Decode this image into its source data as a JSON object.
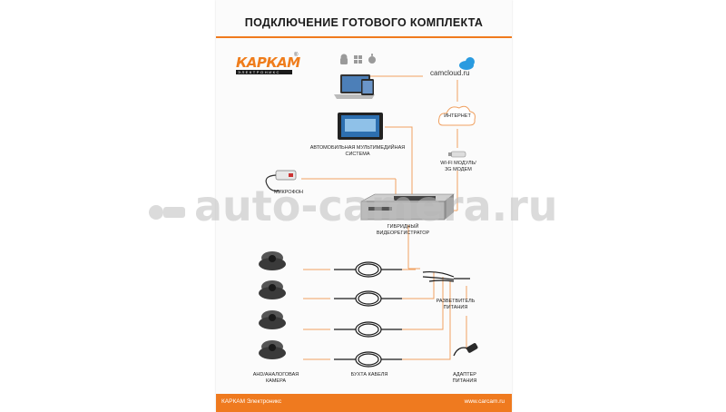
{
  "title": "ПОДКЛЮЧЕНИЕ ГОТОВОГО КОМПЛЕКТА",
  "logo": {
    "main": "КАРКАМ",
    "registered": "®",
    "sub": "ЭЛЕКТРОНИКС"
  },
  "labels": {
    "cloud_service": "camcloud.ru",
    "internet": "ИНТЕРНЕТ",
    "car_media": "АВТОМОБИЛЬНАЯ МУЛЬТИМЕДИЙНАЯ СИСТЕМА",
    "wifi": "WI-FI МОДУЛЬ/ 3G МОДЕМ",
    "microphone": "МИКРОФОН",
    "dvr": "ГИБРИДНЫЙ ВИДЕОРЕГИСТРАТОР",
    "splitter": "РАЗВЕТВИТЕЛЬ ПИТАНИЯ",
    "camera": "AHD/АНАЛОГОВАЯ КАМЕРА",
    "cable": "БУХТА КАБЕЛЯ",
    "adapter": "АДАПТЕР ПИТАНИЯ"
  },
  "footer": {
    "left": "КАРКАМ Электроникс",
    "right": "www.carcam.ru"
  },
  "watermark": "auto-camera.ru",
  "colors": {
    "accent": "#ef7a1f",
    "wire": "#f0a060",
    "cloud": "#1e8fd6"
  },
  "icons": [
    "android-icon",
    "windows-icon",
    "apple-icon",
    "laptop-icon",
    "cloud-icon",
    "car-monitor-icon",
    "wifi-dongle-icon",
    "microphone-icon",
    "dvr-icon",
    "dome-camera-icon",
    "cable-coil-icon",
    "power-splitter-icon",
    "power-adapter-icon"
  ]
}
